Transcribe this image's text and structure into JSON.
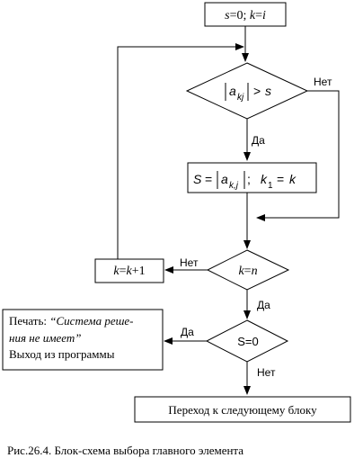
{
  "blocks": {
    "start": "s=0; k=i",
    "condition": "|a_kj| > s",
    "assign": "S = |a_k,j|; k1 = k",
    "inc": "k=k+1",
    "loop_cond": "k=n",
    "s_zero": "S=0",
    "next_block": "Переход к следующему блоку"
  },
  "print_box": {
    "prefix": "Печать: ",
    "quote_line1": "“Система реше-",
    "quote_line2": "ния не имеет”",
    "exit": "Выход из программы"
  },
  "edge_labels": {
    "yes": "Да",
    "no": "Нет"
  },
  "caption": "Рис.26.4. Блок-схема выбора главного элемента"
}
